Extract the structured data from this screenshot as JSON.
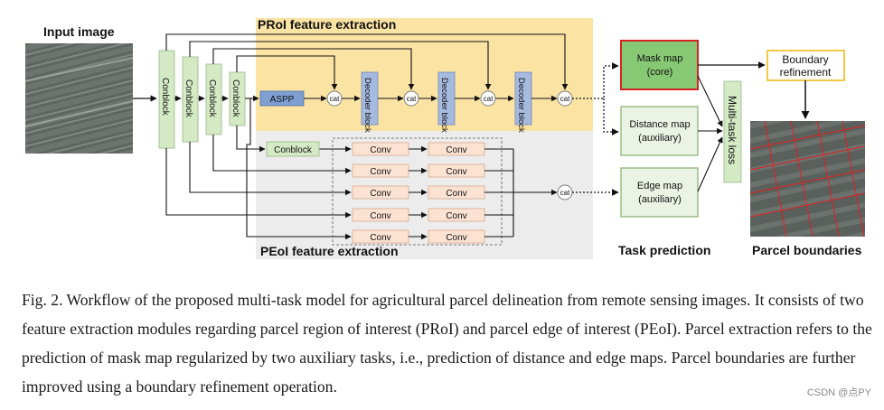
{
  "diagram": {
    "input_label": "Input image",
    "proi_title": "PRoI feature extraction",
    "peoi_title": "PEoI feature extraction",
    "conblock": "Conblock",
    "aspp": "ASPP",
    "cat": "cat",
    "decoder": "Decoder block",
    "peoi_conblock": "Conblock",
    "conv": "Conv",
    "mask_map": "Mask map",
    "mask_map_sub": "(core)",
    "distance_map": "Distance map",
    "distance_map_sub": "(auxiliary)",
    "edge_map": "Edge map",
    "edge_map_sub": "(auxiliary)",
    "multitask_loss": "Multi-task loss",
    "boundary_refinement_1": "Boundary",
    "boundary_refinement_2": "refinement",
    "task_prediction": "Task prediction",
    "parcel_boundaries": "Parcel boundaries"
  },
  "caption": "Fig. 2. Workflow of the proposed multi-task model for agricultural parcel delineation from remote sensing images. It consists of two feature extraction modules regarding parcel region of interest (PRoI) and parcel edge of interest (PEoI). Parcel extraction refers to the prediction of mask map regularized by two auxiliary tasks, i.e., prediction of distance and edge maps. Parcel boundaries are further improved using a boundary refinement operation.",
  "watermark": "CSDN @点PY",
  "colors": {
    "proi_bg": "#fbe3a4",
    "peoi_bg": "#ececec",
    "conblock": "#d4eac4",
    "aspp": "#7f9fd2",
    "decoder": "#a6b9df",
    "conv": "#fbe2d2",
    "mask": "#86c873",
    "mask_border": "#d62424",
    "aux": "#eaf3e4",
    "refine_border": "#f2c230"
  }
}
